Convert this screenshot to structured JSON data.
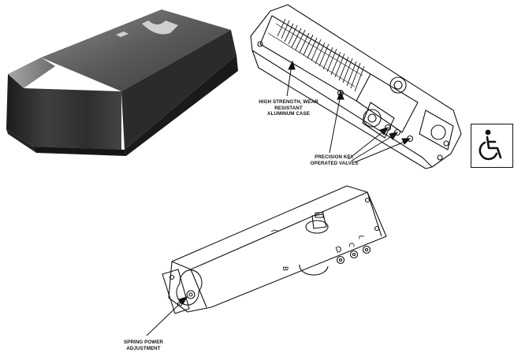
{
  "callouts": {
    "case": {
      "line1": "HIGH STRENGTH, WEAR",
      "line2": "RESISTANT",
      "line3": "ALUMINUM CASE"
    },
    "valves": {
      "line1": "PRECISION KEY",
      "line2": "OPERATED VALVES"
    },
    "spring": {
      "line1": "SPRING POWER",
      "line2": "ADJUSTMENT"
    }
  },
  "valve_letters": {
    "b": "B",
    "d": "D",
    "c": "C",
    "l": "L"
  },
  "icons": {
    "accessibility": "wheelchair-icon"
  },
  "colors": {
    "ink": "#111111",
    "cover_dark": "#2a2a2a",
    "cover_light": "#9a9a9a",
    "background": "#ffffff"
  }
}
